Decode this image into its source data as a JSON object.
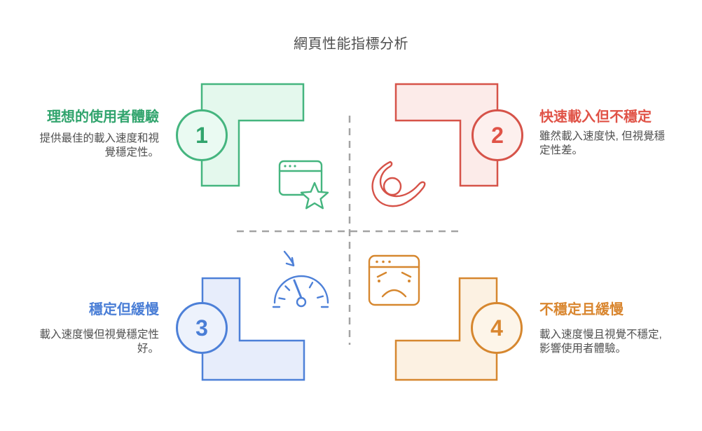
{
  "title": "網頁性能指標分析",
  "quadrants": [
    {
      "number": "1",
      "heading": "理想的使用者體驗",
      "description_lines": [
        "提供最佳的載入速度和視",
        "覺穩定性。"
      ],
      "icon": "browser-star-icon"
    },
    {
      "number": "2",
      "heading": "快速載入但不穩定",
      "description_lines": [
        "雖然載入速度快, 但視覺穩",
        "定性差。"
      ],
      "icon": "swirl-icon"
    },
    {
      "number": "3",
      "heading": "穩定但緩慢",
      "description_lines": [
        "載入速度慢但視覺穩定性",
        "好。"
      ],
      "icon": "speedometer-arrow-icon"
    },
    {
      "number": "4",
      "heading": "不穩定且緩慢",
      "description_lines": [
        "載入速度慢且視覺不穩定,",
        "影響使用者體驗。"
      ],
      "icon": "angry-browser-icon"
    }
  ],
  "colors": {
    "q1_stroke": "#45b57f",
    "q1_fill": "#e4f8ed",
    "q1_circle": "#eafaf2",
    "q1_text": "#31a46d",
    "q2_stroke": "#d65349",
    "q2_fill": "#fcebe9",
    "q2_circle": "#fdf0ee",
    "q2_text": "#e05347",
    "q3_stroke": "#4d80d8",
    "q3_fill": "#e7edfb",
    "q3_circle": "#edf2fc",
    "q3_text": "#4a7ed6",
    "q4_stroke": "#d6872f",
    "q4_fill": "#fcf1e2",
    "q4_circle": "#fdf5e9",
    "q4_text": "#d9862f",
    "divider": "#a3a3a3",
    "title_text": "#4f4f4f",
    "body_text": "#515151"
  }
}
